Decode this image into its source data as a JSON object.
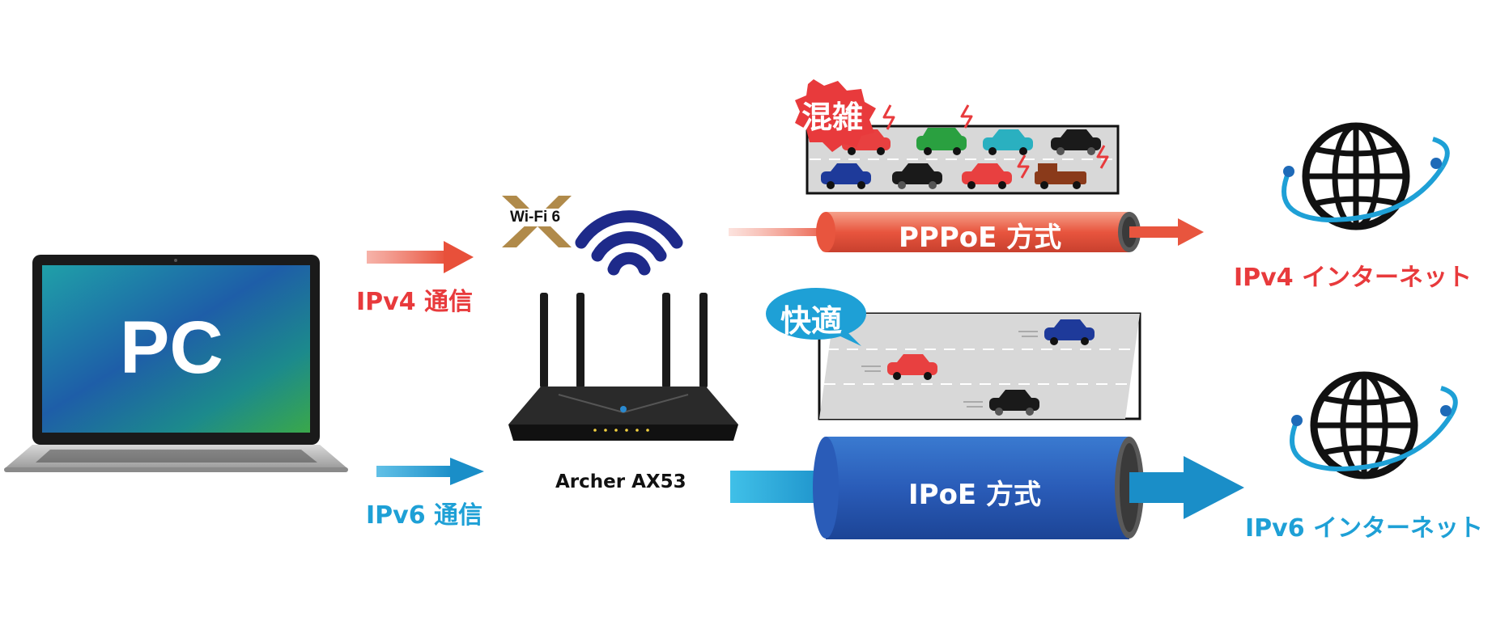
{
  "device": {
    "pc_label": "PC",
    "router_name": "Archer AX53",
    "wifi_badge": "Wi-Fi 6"
  },
  "ipv4": {
    "flow_label": "IPv4 通信",
    "method": "PPPoE 方式",
    "status": "混雑",
    "destination": "IPv4 インターネット",
    "color": "#e83a3c"
  },
  "ipv6": {
    "flow_label": "IPv6 通信",
    "method": "IPoE 方式",
    "status": "快適",
    "destination": "IPv6 インターネット",
    "color": "#1ea0d6"
  }
}
